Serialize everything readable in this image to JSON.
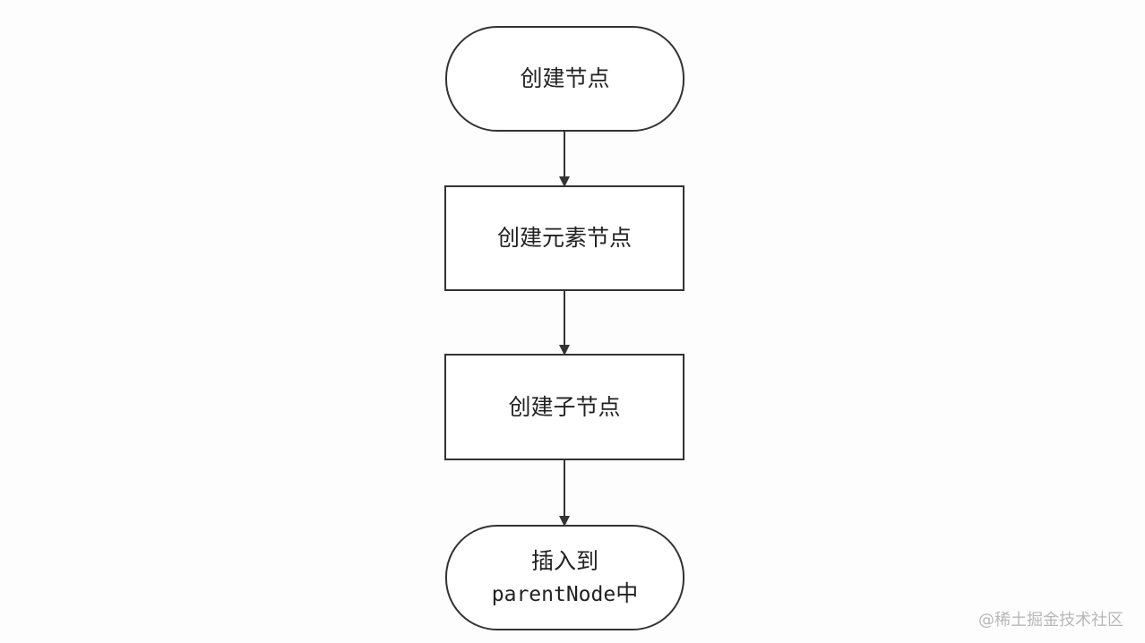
{
  "nodes": {
    "start": {
      "label": "创建节点"
    },
    "element": {
      "label": "创建元素节点"
    },
    "child": {
      "label": "创建子节点"
    },
    "end": {
      "line1": "插入到",
      "line2_code": "parentNode",
      "line2_suffix": "中"
    }
  },
  "edges": [
    {
      "from": "start",
      "to": "element"
    },
    {
      "from": "element",
      "to": "child"
    },
    {
      "from": "child",
      "to": "end"
    }
  ],
  "watermark": "@稀土掘金技术社区",
  "colors": {
    "stroke": "#333333",
    "text": "#222222",
    "watermark": "#b8b8b8"
  }
}
